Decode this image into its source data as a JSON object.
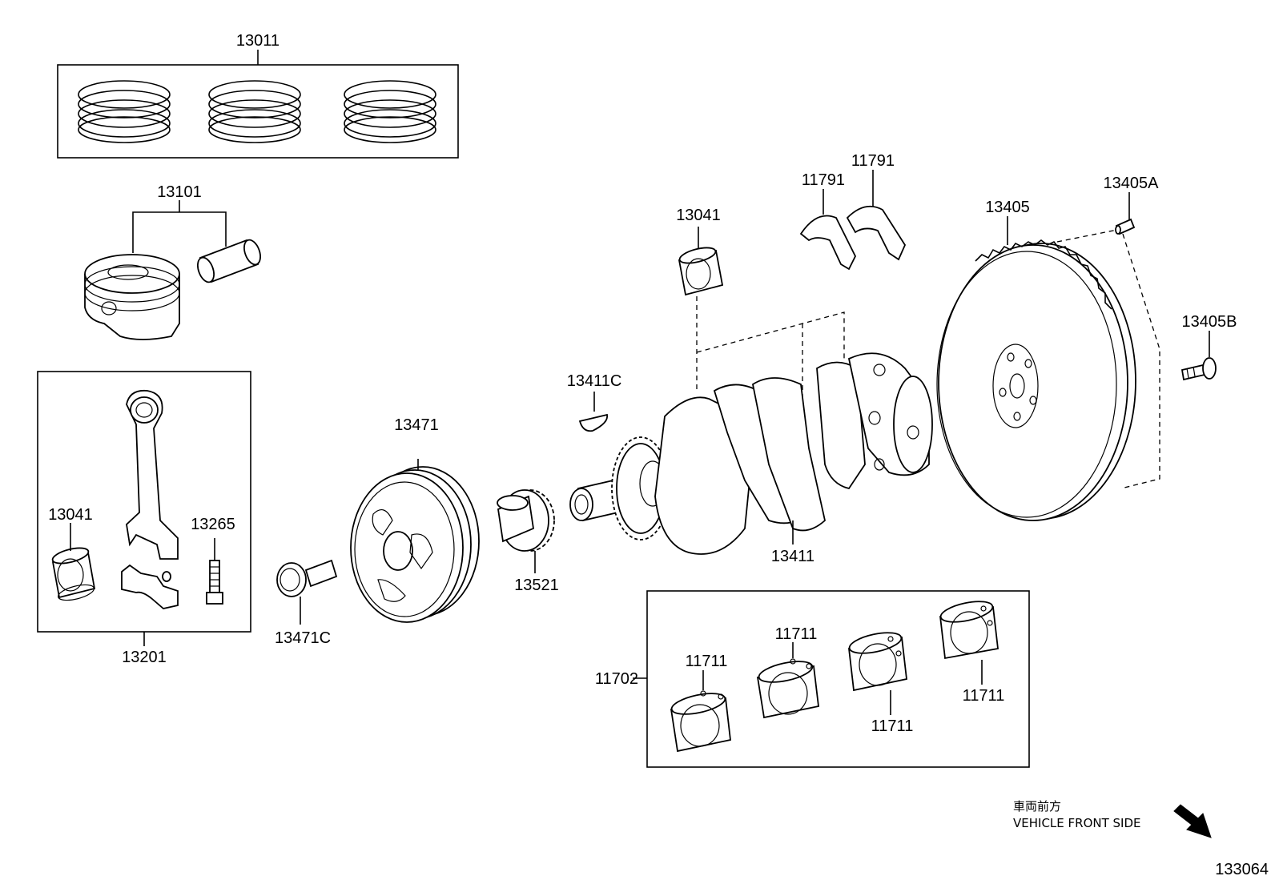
{
  "part_labels": {
    "p13011": "13011",
    "p13101": "13101",
    "p13041_top": "13041",
    "p13041_left": "13041",
    "p13265": "13265",
    "p13201": "13201",
    "p13471": "13471",
    "p13471C": "13471C",
    "p13521": "13521",
    "p13411C": "13411C",
    "p13411": "13411",
    "p11791_a": "11791",
    "p11791_b": "11791",
    "p13405": "13405",
    "p13405A": "13405A",
    "p13405B": "13405B",
    "p11702": "11702",
    "p11711_a": "11711",
    "p11711_b": "11711",
    "p11711_c": "11711",
    "p11711_d": "11711"
  },
  "direction_note": {
    "jp": "車両前方",
    "en": "VEHICLE FRONT SIDE"
  },
  "diagram_id": "133064"
}
